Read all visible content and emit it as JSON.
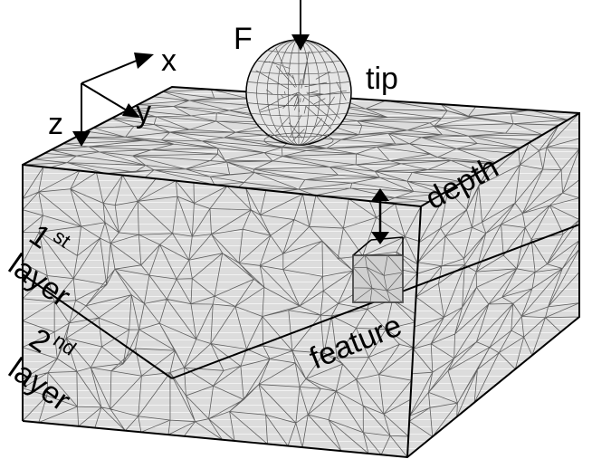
{
  "labels": {
    "force": "F",
    "tip": "tip",
    "depth": "depth",
    "feature": "feature",
    "layer1_num": "1",
    "layer1_sup": "st",
    "layer1_word": "layer",
    "layer2_num": "2",
    "layer2_sup": "nd",
    "layer2_word": "layer"
  },
  "axes": {
    "x": "x",
    "y": "y",
    "z": "z"
  },
  "colors": {
    "face_fill": "#dedede",
    "mesh_line": "#555555",
    "edge_line": "#000000"
  }
}
